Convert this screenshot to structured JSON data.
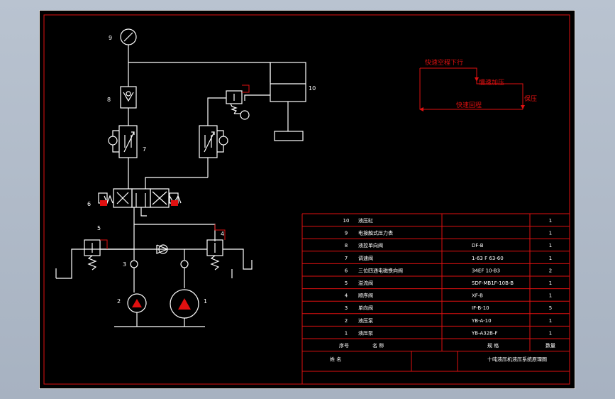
{
  "components": {
    "gauge_no": "9",
    "cylinder_no": "10",
    "check_valve_upper_no": "8",
    "throttle_no": "7",
    "direction_valve_no": "6",
    "relief_valve_left_no": "5",
    "relief_valve_right_no": "4",
    "check_valve_pump_no": "3",
    "pump_small_no": "2",
    "pump_large_no": "1"
  },
  "cycle": {
    "step1": "快速空程下行",
    "step2": "慢速加压",
    "step3": "保压",
    "step4": "快速回程"
  },
  "parts_table": {
    "rows": [
      {
        "no": "10",
        "name": "液压缸",
        "spec": "",
        "qty": "1"
      },
      {
        "no": "9",
        "name": "电接触式压力表",
        "spec": "",
        "qty": "1"
      },
      {
        "no": "8",
        "name": "液控单向阀",
        "spec": "DF-B",
        "qty": "1"
      },
      {
        "no": "7",
        "name": "调速阀",
        "spec": "1-63 F 63-60",
        "qty": "1"
      },
      {
        "no": "6",
        "name": "三位四通电磁换向阀",
        "spec": "34EF 10-B3",
        "qty": "2"
      },
      {
        "no": "5",
        "name": "溢流阀",
        "spec": "SDF-MB1F-10B-B",
        "qty": "1"
      },
      {
        "no": "4",
        "name": "顺序阀",
        "spec": "XF-B",
        "qty": "1"
      },
      {
        "no": "3",
        "name": "单向阀",
        "spec": "IF-B-10",
        "qty": "5"
      },
      {
        "no": "2",
        "name": "液压泵",
        "spec": "YB-A-10",
        "qty": "1"
      },
      {
        "no": "1",
        "name": "液压泵",
        "spec": "YB-A32B-F",
        "qty": "1"
      }
    ],
    "header": {
      "no": "序号",
      "name": "名        称",
      "spec": "规        格",
      "qty": "数量"
    },
    "footer_left": "姓  名",
    "footer_title": "十吨液压机液压系统原理图"
  }
}
